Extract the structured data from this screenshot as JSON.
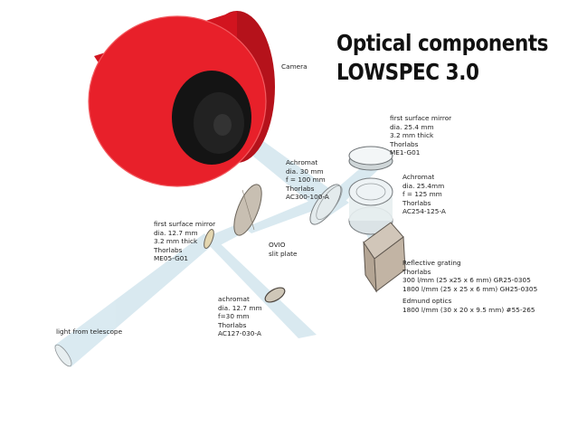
{
  "title": {
    "line1": "Optical components",
    "line2": "LOWSPEC 3.0"
  },
  "labels": {
    "camera": [
      "Camera"
    ],
    "mirror_large": [
      "first surface mirror",
      "dia. 25.4 mm",
      "3.2 mm thick",
      "Thorlabs",
      "ME1-G01"
    ],
    "achromat_30": [
      "Achromat",
      "dia. 30 mm",
      "f = 100 mm",
      "Thorlabs",
      "AC300-100-A"
    ],
    "achromat_25": [
      "Achromat",
      "dia. 25.4mm",
      "f = 125 mm",
      "Thorlabs",
      "AC254-125-A"
    ],
    "mirror_small": [
      "first surface mirror",
      "dia. 12.7 mm",
      "3.2 mm thick",
      "Thorlabs",
      "ME05-G01"
    ],
    "slit": [
      "OVIO",
      "slit plate"
    ],
    "grating": [
      "Reflective grating",
      "Thorlabs",
      "300 l/mm (25 x25 x 6 mm) GR25-0305",
      "1800 l/mm (25 x 25 x 6 mm) GH25-0305",
      "",
      "Edmund optics",
      "1800 l/mm (30 x 20 x 9.5 mm) #55-265"
    ],
    "achromat_12": [
      "achromat",
      "dia. 12.7 mm",
      "f=30 mm",
      "Thorlabs",
      "AC127-030-A"
    ],
    "telescope": [
      "light from telescope"
    ]
  },
  "colors": {
    "camera_red": "#e8202a",
    "camera_black": "#141414",
    "beam": "#cfe4ec",
    "glass": "#dfe6e8",
    "grating": "#b9aa9a"
  }
}
